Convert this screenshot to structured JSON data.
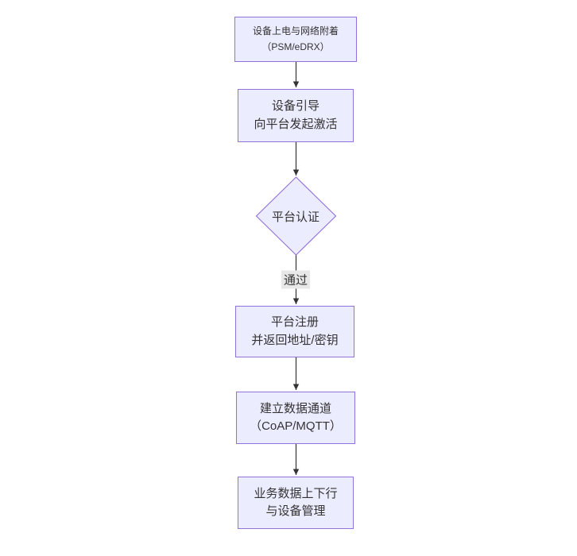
{
  "diagram": {
    "kind": "flowchart",
    "direction": "top-down",
    "nodes": [
      {
        "id": "power-attach",
        "shape": "rect",
        "lines": [
          "设备上电与网络附着",
          "（PSM/eDRX）"
        ]
      },
      {
        "id": "bootstrap",
        "shape": "rect",
        "lines": [
          "设备引导",
          "向平台发起激活"
        ]
      },
      {
        "id": "auth",
        "shape": "diamond",
        "lines": [
          "平台认证"
        ]
      },
      {
        "id": "register",
        "shape": "rect",
        "lines": [
          "平台注册",
          "并返回地址/密钥"
        ]
      },
      {
        "id": "channel",
        "shape": "rect",
        "lines": [
          "建立数据通道",
          "（CoAP/MQTT）"
        ]
      },
      {
        "id": "business",
        "shape": "rect",
        "lines": [
          "业务数据上下行",
          "与设备管理"
        ]
      }
    ],
    "edges": [
      {
        "from": "power-attach",
        "to": "bootstrap",
        "label": ""
      },
      {
        "from": "bootstrap",
        "to": "auth",
        "label": ""
      },
      {
        "from": "auth",
        "to": "register",
        "label": "通过"
      },
      {
        "from": "register",
        "to": "channel",
        "label": ""
      },
      {
        "from": "channel",
        "to": "business",
        "label": ""
      }
    ],
    "colors": {
      "node_fill": "#ECECFF",
      "node_border": "#9370DB",
      "edge_line": "#333333",
      "edge_label_bg": "#e8e8e8",
      "text": "#333333",
      "background": "#ffffff"
    }
  }
}
